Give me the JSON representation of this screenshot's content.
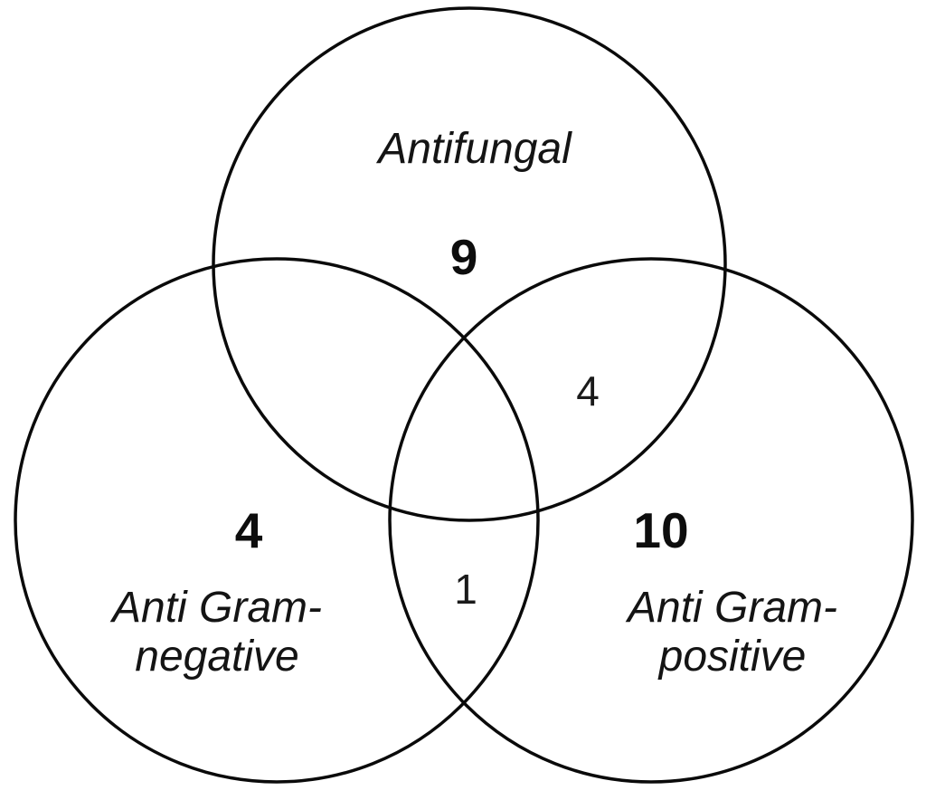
{
  "venn": {
    "type": "venn-diagram",
    "background_color": "#ffffff",
    "stroke_color": "#0a0a0a",
    "text_color": "#141414",
    "sets": [
      {
        "name": "antifungal",
        "label": "Antifungal",
        "exclusive_count": "9"
      },
      {
        "name": "anti-gram-negative",
        "label_line1": "Anti Gram-",
        "label_line2": "negative",
        "exclusive_count": "4"
      },
      {
        "name": "anti-gram-positive",
        "label_line1": "Anti Gram-",
        "label_line2": "positive",
        "exclusive_count": "10"
      }
    ],
    "overlaps": [
      {
        "between": "Antifungal and Anti Gram-positive",
        "count": "4"
      },
      {
        "between": "Anti Gram-negative and Anti Gram-positive",
        "count": "1"
      }
    ]
  }
}
